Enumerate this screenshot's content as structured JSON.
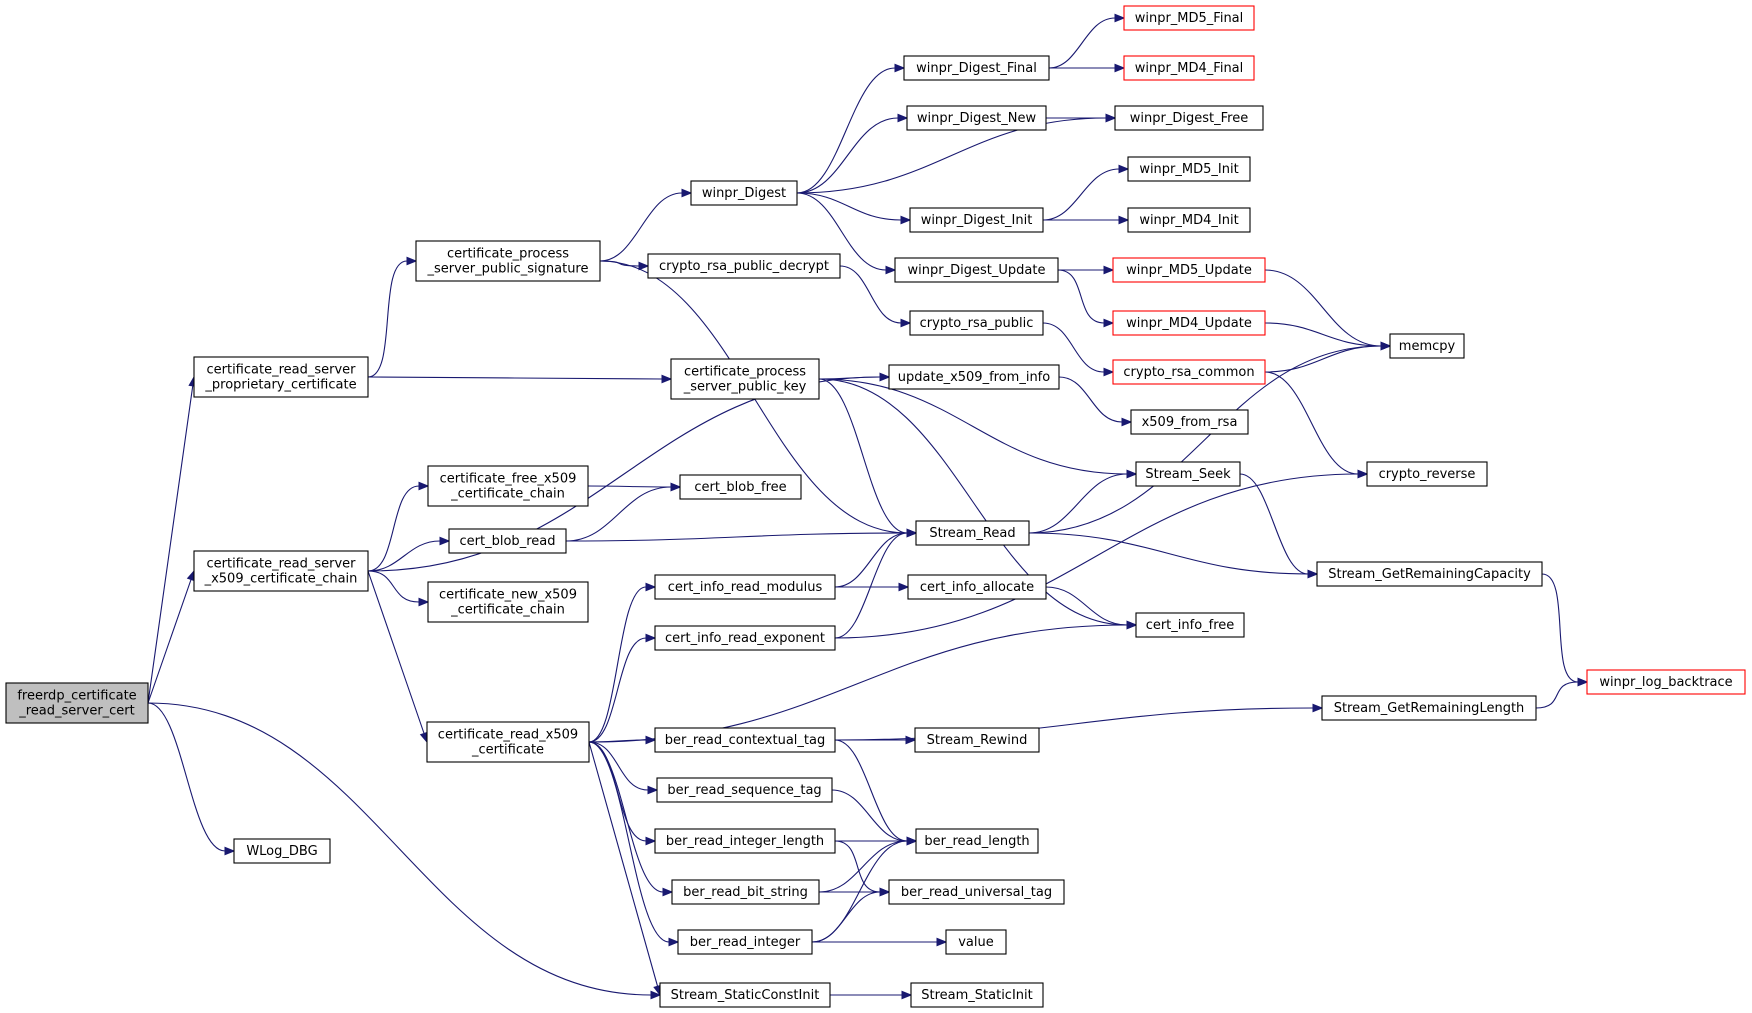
{
  "colors": {
    "edge": "#191970",
    "node_border": "#000000",
    "node_border_truncated": "#ff0000",
    "root_fill": "#bfbfbf",
    "node_fill": "#ffffff"
  },
  "nodes": [
    {
      "id": "root",
      "lines": [
        "freerdp_certificate",
        "_read_server_cert"
      ],
      "style": "root"
    },
    {
      "id": "cert_read_prop",
      "lines": [
        "certificate_read_server",
        "_proprietary_certificate"
      ]
    },
    {
      "id": "cert_read_chain",
      "lines": [
        "certificate_read_server",
        "_x509_certificate_chain"
      ]
    },
    {
      "id": "stream_static_const",
      "lines": [
        "Stream_StaticConstInit"
      ]
    },
    {
      "id": "wlog_dbg",
      "lines": [
        "WLog_DBG"
      ]
    },
    {
      "id": "cert_proc_sig",
      "lines": [
        "certificate_process",
        "_server_public_signature"
      ]
    },
    {
      "id": "cert_proc_key",
      "lines": [
        "certificate_process",
        "_server_public_key"
      ]
    },
    {
      "id": "cert_free_chain",
      "lines": [
        "certificate_free_x509",
        "_certificate_chain"
      ]
    },
    {
      "id": "cert_blob_read",
      "lines": [
        "cert_blob_read"
      ]
    },
    {
      "id": "cert_new_chain",
      "lines": [
        "certificate_new_x509",
        "_certificate_chain"
      ]
    },
    {
      "id": "cert_read_x509",
      "lines": [
        "certificate_read_x509",
        "_certificate"
      ]
    },
    {
      "id": "winpr_digest",
      "lines": [
        "winpr_Digest"
      ]
    },
    {
      "id": "crypto_rsa_pub_dec",
      "lines": [
        "crypto_rsa_public_decrypt"
      ]
    },
    {
      "id": "stream_read",
      "lines": [
        "Stream_Read"
      ]
    },
    {
      "id": "update_x509",
      "lines": [
        "update_x509_from_info"
      ]
    },
    {
      "id": "stream_seek",
      "lines": [
        "Stream_Seek"
      ]
    },
    {
      "id": "cert_info_free",
      "lines": [
        "cert_info_free"
      ]
    },
    {
      "id": "cert_blob_free",
      "lines": [
        "cert_blob_free"
      ]
    },
    {
      "id": "cert_info_modulus",
      "lines": [
        "cert_info_read_modulus"
      ]
    },
    {
      "id": "cert_info_exponent",
      "lines": [
        "cert_info_read_exponent"
      ]
    },
    {
      "id": "ber_ctx_tag",
      "lines": [
        "ber_read_contextual_tag"
      ]
    },
    {
      "id": "ber_seq_tag",
      "lines": [
        "ber_read_sequence_tag"
      ]
    },
    {
      "id": "ber_int_len",
      "lines": [
        "ber_read_integer_length"
      ]
    },
    {
      "id": "ber_bit_string",
      "lines": [
        "ber_read_bit_string"
      ]
    },
    {
      "id": "ber_integer",
      "lines": [
        "ber_read_integer"
      ]
    },
    {
      "id": "digest_final",
      "lines": [
        "winpr_Digest_Final"
      ]
    },
    {
      "id": "digest_new",
      "lines": [
        "winpr_Digest_New"
      ]
    },
    {
      "id": "digest_free",
      "lines": [
        "winpr_Digest_Free"
      ]
    },
    {
      "id": "digest_init",
      "lines": [
        "winpr_Digest_Init"
      ]
    },
    {
      "id": "digest_update",
      "lines": [
        "winpr_Digest_Update"
      ]
    },
    {
      "id": "crypto_rsa_public",
      "lines": [
        "crypto_rsa_public"
      ]
    },
    {
      "id": "cert_info_alloc",
      "lines": [
        "cert_info_allocate"
      ]
    },
    {
      "id": "stream_rewind",
      "lines": [
        "Stream_Rewind"
      ]
    },
    {
      "id": "ber_read_length",
      "lines": [
        "ber_read_length"
      ]
    },
    {
      "id": "ber_univ_tag",
      "lines": [
        "ber_read_universal_tag"
      ]
    },
    {
      "id": "value",
      "lines": [
        "value"
      ]
    },
    {
      "id": "stream_static_init",
      "lines": [
        "Stream_StaticInit"
      ]
    },
    {
      "id": "md5_final",
      "lines": [
        "winpr_MD5_Final"
      ],
      "style": "truncated"
    },
    {
      "id": "md4_final",
      "lines": [
        "winpr_MD4_Final"
      ],
      "style": "truncated"
    },
    {
      "id": "md5_init",
      "lines": [
        "winpr_MD5_Init"
      ]
    },
    {
      "id": "md4_init",
      "lines": [
        "winpr_MD4_Init"
      ]
    },
    {
      "id": "md5_update",
      "lines": [
        "winpr_MD5_Update"
      ],
      "style": "truncated"
    },
    {
      "id": "md4_update",
      "lines": [
        "winpr_MD4_Update"
      ],
      "style": "truncated"
    },
    {
      "id": "crypto_rsa_common",
      "lines": [
        "crypto_rsa_common"
      ],
      "style": "truncated"
    },
    {
      "id": "x509_from_rsa",
      "lines": [
        "x509_from_rsa"
      ]
    },
    {
      "id": "stream_get_rem_cap",
      "lines": [
        "Stream_GetRemainingCapacity"
      ]
    },
    {
      "id": "stream_get_rem_len",
      "lines": [
        "Stream_GetRemainingLength"
      ]
    },
    {
      "id": "memcpy",
      "lines": [
        "memcpy"
      ]
    },
    {
      "id": "crypto_reverse",
      "lines": [
        "crypto_reverse"
      ]
    },
    {
      "id": "winpr_log_backtrace",
      "lines": [
        "winpr_log_backtrace"
      ],
      "style": "truncated"
    }
  ],
  "edges": [
    [
      "root",
      "cert_read_prop"
    ],
    [
      "root",
      "cert_read_chain"
    ],
    [
      "root",
      "wlog_dbg"
    ],
    [
      "root",
      "stream_static_const"
    ],
    [
      "cert_read_prop",
      "cert_proc_sig"
    ],
    [
      "cert_read_prop",
      "cert_proc_key"
    ],
    [
      "cert_read_chain",
      "update_x509"
    ],
    [
      "cert_read_chain",
      "cert_free_chain"
    ],
    [
      "cert_read_chain",
      "cert_blob_read"
    ],
    [
      "cert_read_chain",
      "cert_new_chain"
    ],
    [
      "cert_read_chain",
      "cert_read_x509"
    ],
    [
      "cert_proc_sig",
      "winpr_digest"
    ],
    [
      "cert_proc_sig",
      "crypto_rsa_pub_dec"
    ],
    [
      "cert_proc_sig",
      "stream_read"
    ],
    [
      "cert_proc_key",
      "update_x509"
    ],
    [
      "cert_proc_key",
      "stream_read"
    ],
    [
      "cert_proc_key",
      "stream_seek"
    ],
    [
      "cert_proc_key",
      "cert_info_free"
    ],
    [
      "cert_free_chain",
      "cert_blob_free"
    ],
    [
      "cert_blob_read",
      "cert_blob_free"
    ],
    [
      "cert_blob_read",
      "stream_read"
    ],
    [
      "cert_read_x509",
      "cert_info_modulus"
    ],
    [
      "cert_read_x509",
      "cert_info_exponent"
    ],
    [
      "cert_read_x509",
      "cert_info_free"
    ],
    [
      "cert_read_x509",
      "ber_ctx_tag"
    ],
    [
      "cert_read_x509",
      "ber_seq_tag"
    ],
    [
      "cert_read_x509",
      "ber_int_len"
    ],
    [
      "cert_read_x509",
      "ber_bit_string"
    ],
    [
      "cert_read_x509",
      "ber_integer"
    ],
    [
      "cert_read_x509",
      "stream_static_const"
    ],
    [
      "winpr_digest",
      "digest_final"
    ],
    [
      "winpr_digest",
      "digest_new"
    ],
    [
      "winpr_digest",
      "digest_free"
    ],
    [
      "winpr_digest",
      "digest_init"
    ],
    [
      "winpr_digest",
      "digest_update"
    ],
    [
      "crypto_rsa_pub_dec",
      "crypto_rsa_public"
    ],
    [
      "update_x509",
      "x509_from_rsa"
    ],
    [
      "stream_read",
      "stream_seek"
    ],
    [
      "stream_read",
      "memcpy"
    ],
    [
      "stream_read",
      "stream_get_rem_cap"
    ],
    [
      "stream_seek",
      "stream_get_rem_cap"
    ],
    [
      "cert_info_modulus",
      "stream_read"
    ],
    [
      "cert_info_modulus",
      "cert_info_alloc"
    ],
    [
      "cert_info_exponent",
      "stream_read"
    ],
    [
      "cert_info_exponent",
      "crypto_reverse"
    ],
    [
      "cert_info_alloc",
      "cert_info_free"
    ],
    [
      "ber_ctx_tag",
      "stream_rewind"
    ],
    [
      "ber_ctx_tag",
      "stream_get_rem_len"
    ],
    [
      "ber_ctx_tag",
      "ber_read_length"
    ],
    [
      "ber_seq_tag",
      "ber_read_length"
    ],
    [
      "ber_int_len",
      "ber_read_length"
    ],
    [
      "ber_int_len",
      "ber_univ_tag"
    ],
    [
      "ber_bit_string",
      "ber_read_length"
    ],
    [
      "ber_bit_string",
      "ber_univ_tag"
    ],
    [
      "ber_integer",
      "ber_read_length"
    ],
    [
      "ber_integer",
      "ber_univ_tag"
    ],
    [
      "ber_integer",
      "value"
    ],
    [
      "stream_static_const",
      "stream_static_init"
    ],
    [
      "digest_final",
      "md5_final"
    ],
    [
      "digest_final",
      "md4_final"
    ],
    [
      "digest_new",
      "digest_free"
    ],
    [
      "digest_init",
      "md5_init"
    ],
    [
      "digest_init",
      "md4_init"
    ],
    [
      "digest_update",
      "md5_update"
    ],
    [
      "digest_update",
      "md4_update"
    ],
    [
      "crypto_rsa_public",
      "crypto_rsa_common"
    ],
    [
      "md5_update",
      "memcpy"
    ],
    [
      "md4_update",
      "memcpy"
    ],
    [
      "crypto_rsa_common",
      "memcpy"
    ],
    [
      "crypto_rsa_common",
      "crypto_reverse"
    ],
    [
      "stream_get_rem_cap",
      "winpr_log_backtrace"
    ],
    [
      "stream_get_rem_len",
      "winpr_log_backtrace"
    ]
  ]
}
